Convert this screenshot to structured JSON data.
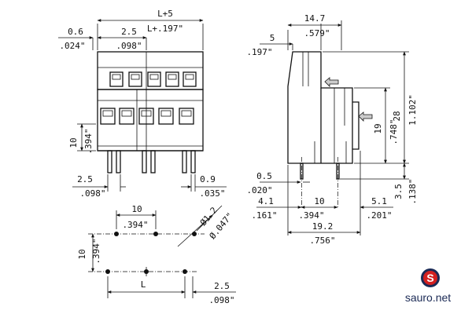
{
  "colors": {
    "line": "#111111",
    "arrow_fill": "#cccccc",
    "logo_red": "#d42020",
    "logo_blue": "#1b2a55"
  },
  "front": {
    "width_mm": "L+5",
    "width_in": "L+.197\"",
    "pitch_mm": "2.5",
    "pitch_in": ".098\"",
    "offset_mm": "0.6",
    "offset_in": ".024\"",
    "height_mm": "10",
    "height_in": ".394\"",
    "pin_pitch_mm": "2.5",
    "pin_pitch_in": ".098\"",
    "pin_mm": "0.9",
    "pin_in": ".035\""
  },
  "side": {
    "width_mm": "14.7",
    "width_in": ".579\"",
    "top_mm": "5",
    "top_in": ".197\"",
    "height_mm": "28",
    "height_in": "1.102\"",
    "mid_mm": "19",
    "mid_in": ".748\"",
    "pin_mm": "0.5",
    "pin_in": ".020\"",
    "left_mm": "4.1",
    "left_in": ".161\"",
    "row_mm": "10",
    "row_in": ".394\"",
    "right_mm": "5.1",
    "right_in": ".201\"",
    "total_mm": "19.2",
    "total_in": ".756\"",
    "pinlen_mm": "3.5",
    "pinlen_in": ".138\""
  },
  "footprint": {
    "col_mm": "10",
    "col_in": ".394\"",
    "row_mm": "10",
    "row_in": ".394\"",
    "hole_mm": "Ø1.2",
    "hole_in": "Ø.047\"",
    "length_label": "L",
    "end_mm": "2.5",
    "end_in": ".098\""
  },
  "logo": {
    "text": "sauro.net",
    "letter": "S"
  }
}
